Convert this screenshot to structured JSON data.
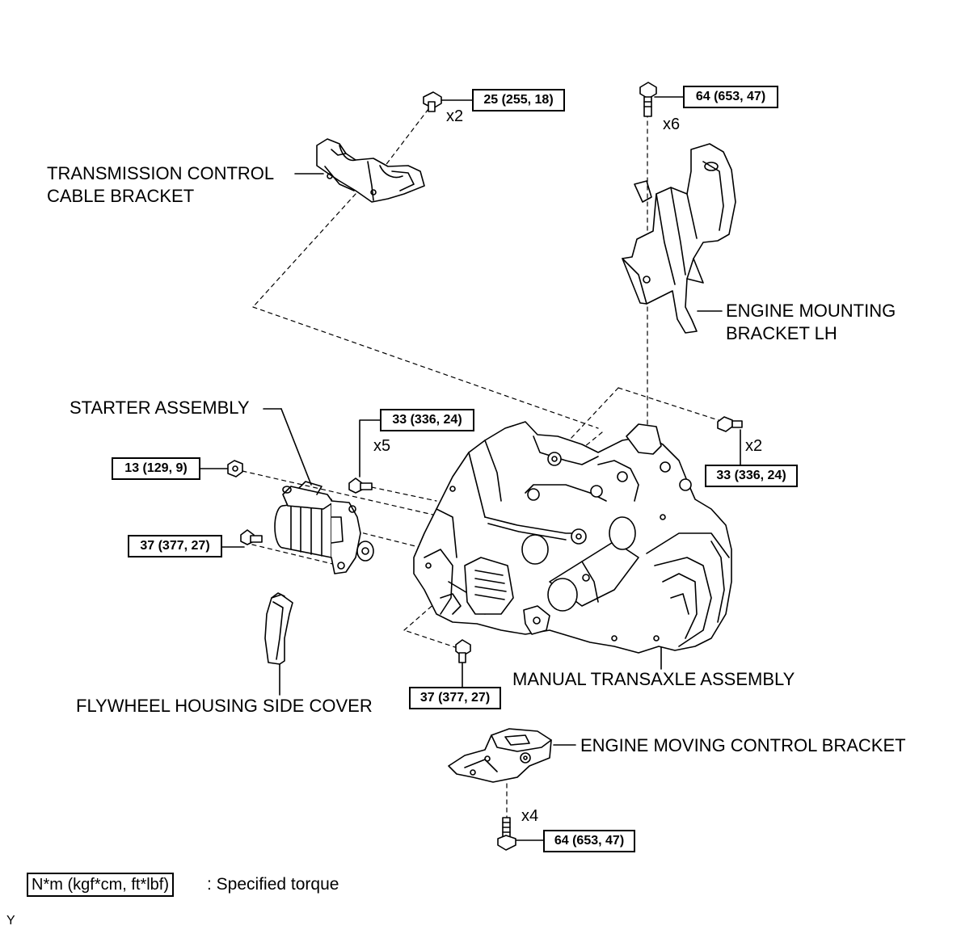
{
  "labels": {
    "transmission_control_cable_bracket_l1": "TRANSMISSION CONTROL",
    "transmission_control_cable_bracket_l2": "CABLE BRACKET",
    "engine_mounting_bracket_lh_l1": "ENGINE MOUNTING",
    "engine_mounting_bracket_lh_l2": "BRACKET LH",
    "starter_assembly": "STARTER ASSEMBLY",
    "manual_transaxle_assembly": "MANUAL TRANSAXLE ASSEMBLY",
    "flywheel_housing_side_cover": "FLYWHEEL HOUSING SIDE COVER",
    "engine_moving_control_bracket": "ENGINE MOVING CONTROL BRACKET"
  },
  "torques": {
    "cable_bracket_bolt": "25 (255, 18)",
    "mounting_bracket_bolt": "64 (653, 47)",
    "transaxle_top_bolt": "33 (336, 24)",
    "transaxle_right_bolt": "33 (336, 24)",
    "starter_nut": "13 (129, 9)",
    "starter_bolt": "37 (377, 27)",
    "transaxle_bottom_bolt": "37 (377, 27)",
    "moving_control_bolt": "64 (653, 47)"
  },
  "quantities": {
    "cable_bracket_bolt": "x2",
    "mounting_bracket_bolt": "x6",
    "transaxle_top_bolt": "x5",
    "transaxle_right_bolt": "x2",
    "moving_control_bolt": "x4"
  },
  "legend": {
    "unit_box": "N*m (kgf*cm, ft*lbf)",
    "description": ": Specified torque"
  },
  "footer_code": "Y"
}
